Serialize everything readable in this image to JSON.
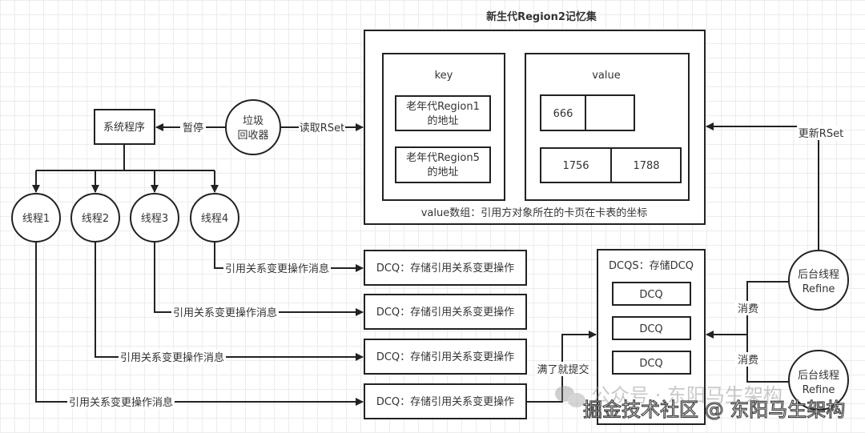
{
  "title": "新生代Region2记忆集",
  "rset": {
    "key_label": "key",
    "value_label": "value",
    "keys": [
      [
        "老年代Region1",
        "的地址"
      ],
      [
        "老年代Region5",
        "的地址"
      ]
    ],
    "values": [
      [
        "666",
        ""
      ],
      [
        "1756",
        "1788"
      ]
    ],
    "caption": "value数组：引用方对象所在的卡页在卡表的坐标"
  },
  "system_program": "系统程序",
  "gc": [
    "垃圾",
    "回收器"
  ],
  "pause_label": "暂停",
  "read_rset_label": "读取RSet",
  "threads": [
    "线程1",
    "线程2",
    "线程3",
    "线程4"
  ],
  "message_label": "引用关系变更操作消息",
  "dcq_box_label": "DCQ：存储引用关系变更操作",
  "dcqs": {
    "title": "DCQS：存储DCQ",
    "items": [
      "DCQ",
      "DCQ",
      "DCQ"
    ]
  },
  "submit_label": "满了就提交",
  "refine": [
    "后台线程",
    "Refine"
  ],
  "consume_label": "消费",
  "update_rset_label": "更新RSet",
  "watermarks": [
    "公众号 · 东阳马生架构",
    "掘金技术社区 @ 东阳马生架构"
  ]
}
